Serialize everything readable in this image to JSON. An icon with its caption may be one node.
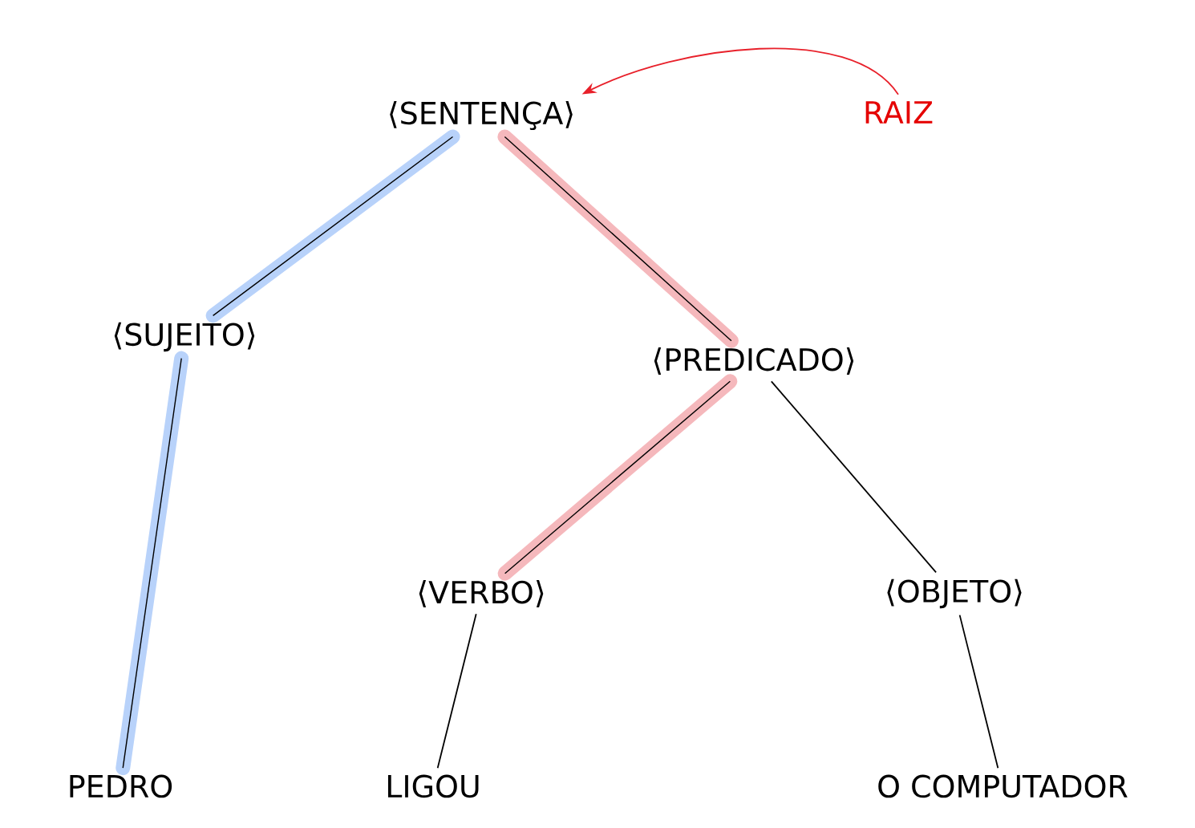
{
  "diagram": {
    "nodes": [
      {
        "text": [
          "⟨SENTENÇA⟩"
        ]
      },
      {
        "text": [
          "⟨SUJEITO⟩"
        ]
      },
      {
        "text": [
          "⟨PREDICADO⟩"
        ]
      },
      {
        "text": [
          "⟨VERBO⟩"
        ]
      },
      {
        "text": [
          "⟨OBJETO⟩"
        ]
      },
      {
        "text": [
          "PEDRO"
        ]
      },
      {
        "text": [
          "LIGOU"
        ]
      },
      {
        "text": [
          "O COMPUTADOR"
        ]
      },
      {
        "text": [
          "RAIZ"
        ]
      }
    ],
    "edges": [
      {
        "from": 0,
        "to": 1,
        "arrow": "none",
        "style": "thick",
        "color": "#b8d2fa"
      },
      {
        "from": 0,
        "to": 2,
        "arrow": "none",
        "style": "thick",
        "color": "#f5b8bc"
      },
      {
        "from": 2,
        "to": 3,
        "arrow": "none",
        "style": "thick",
        "color": "#f5b8bc"
      },
      {
        "from": 2,
        "to": 4,
        "arrow": "none"
      },
      {
        "from": 1,
        "to": 5,
        "arrow": "none",
        "style": "thick",
        "color": "#b8d2fa"
      },
      {
        "from": 3,
        "to": 6,
        "arrow": "none"
      },
      {
        "from": 4,
        "to": 7,
        "arrow": "none"
      },
      {
        "from": 8,
        "to": 0,
        "arrow": "to",
        "color": "#e8202a"
      }
    ]
  }
}
